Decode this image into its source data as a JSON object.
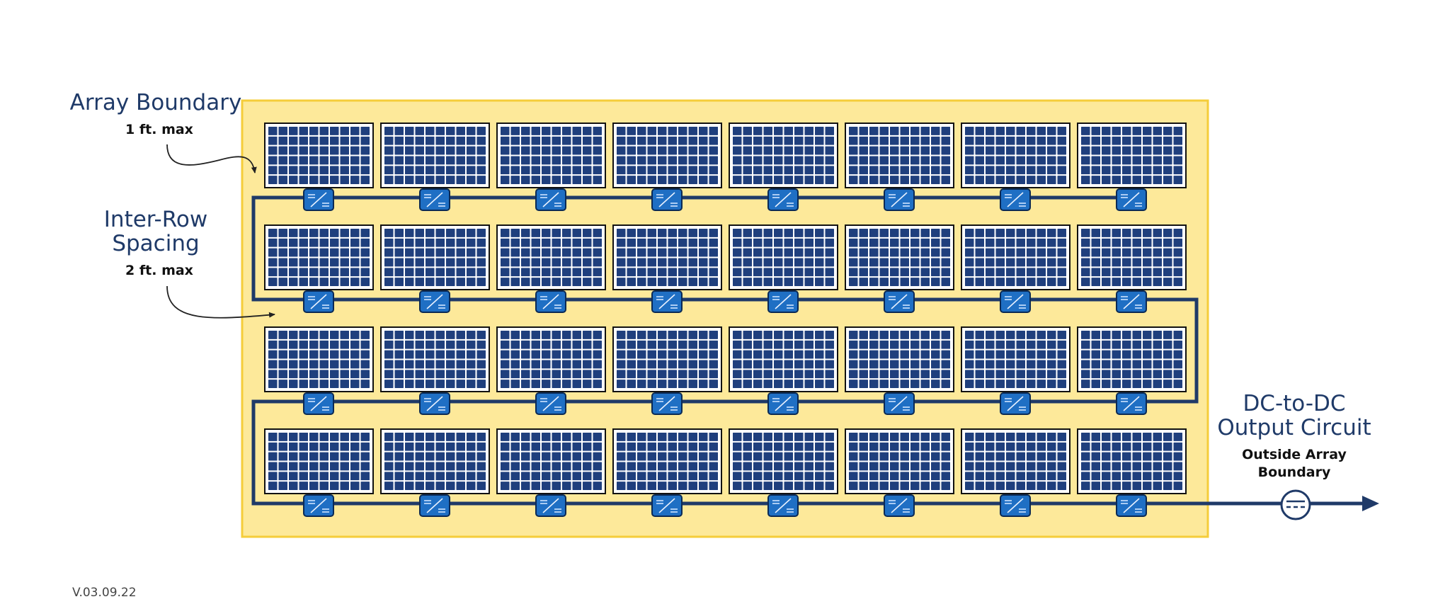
{
  "labels": {
    "array_boundary_title": "Array Boundary",
    "array_boundary_note": "1 ft. max",
    "inter_row_title_line1": "Inter-Row",
    "inter_row_title_line2": "Spacing",
    "inter_row_note": "2 ft. max",
    "output_title_line1": "DC-to-DC",
    "output_title_line2": "Output Circuit",
    "output_note_line1": "Outside Array",
    "output_note_line2": "Boundary",
    "version": "V.03.09.22"
  },
  "array": {
    "rows": 4,
    "panels_per_row": 8,
    "cells_per_panel": {
      "columns": 10,
      "rows": 6
    },
    "each_panel_has": "dc-to-dc-converter-icon",
    "output_symbol": "dc-disconnect-icon"
  },
  "colors": {
    "boundary_fill": "#fde99a",
    "boundary_stroke": "#f5cd3a",
    "panel_cell": "#1f3f7d",
    "panel_frame": "#111111",
    "converter": "#1f6fc4",
    "wire": "#1f3a68",
    "title_text": "#1f3a68"
  }
}
